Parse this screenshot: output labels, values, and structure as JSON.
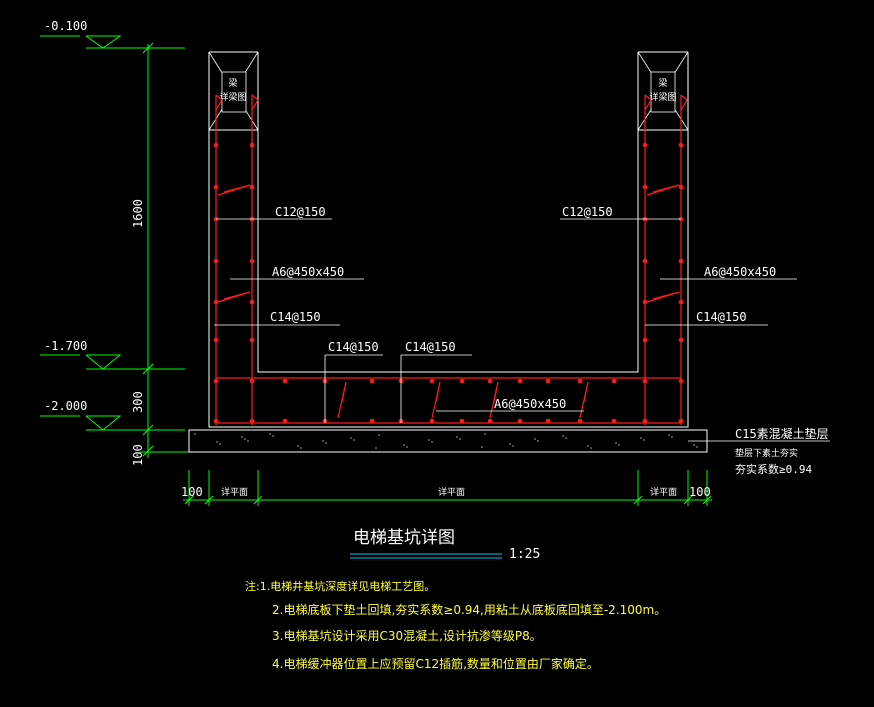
{
  "colors": {
    "background": "#000000",
    "outline": "#ffffff",
    "rebar": "#ff1a1a",
    "dimension": "#00ff00",
    "notes": "#ffff33",
    "title_underline": "#00c8ff"
  },
  "elevations": {
    "top": "-0.100",
    "mid": "-1.700",
    "bottom": "-2.000"
  },
  "dimensions": {
    "wall_height": "1600",
    "slab_thickness": "300",
    "bedding_thickness": "100",
    "left_offset": "100",
    "right_offset": "100",
    "left_wall_label": "详平面",
    "center_label": "详平面",
    "right_wall_label": "详平面"
  },
  "wall_top_labels": {
    "left": [
      "梁",
      "详梁图"
    ],
    "right": [
      "梁",
      "详梁图"
    ]
  },
  "rebar_labels": {
    "left_vertical": "C12@150",
    "left_tie": "A6@450x450",
    "left_inner": "C14@150",
    "bottom_left": "C14@150",
    "bottom_right": "C14@150",
    "right_vertical": "C12@150",
    "right_tie": "A6@450x450",
    "right_inner": "C14@150",
    "slab_tie": "A6@450x450"
  },
  "bedding": {
    "label": "C15素混凝土垫层",
    "line2": "垫层下素土夯实",
    "line3": "夯实系数≥0.94"
  },
  "title": {
    "text": "电梯基坑详图",
    "scale": "1:25"
  },
  "notes": [
    "注:1.电梯井基坑深度详见电梯工艺图。",
    "2.电梯底板下垫土回填,夯实系数≥0.94,用粘土从底板底回填至-2.100m。",
    "3.电梯基坑设计采用C30混凝土,设计抗渗等级P8。",
    "4.电梯缓冲器位置上应预留C12插筋,数量和位置由厂家确定。"
  ]
}
